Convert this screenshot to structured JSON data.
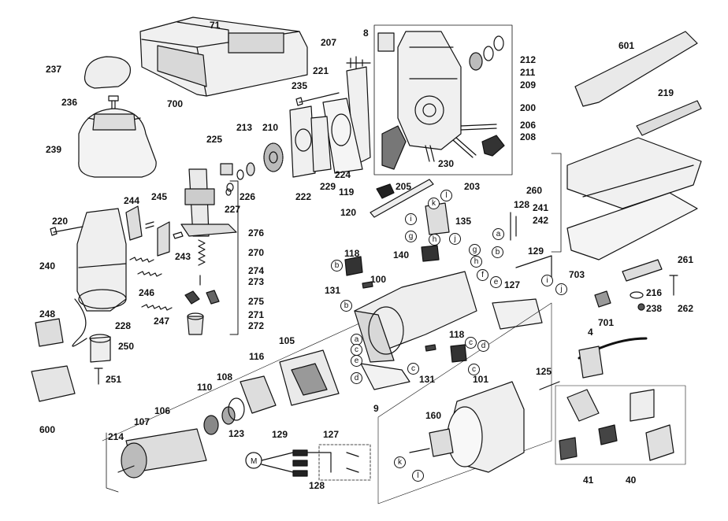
{
  "callouts": [
    "71",
    "237",
    "700",
    "236",
    "239",
    "207",
    "8",
    "221",
    "212",
    "211",
    "209",
    "235",
    "200",
    "213",
    "210",
    "225",
    "206",
    "208",
    "230",
    "203",
    "205",
    "224",
    "229",
    "222",
    "226",
    "227",
    "119",
    "120",
    "276",
    "270",
    "274",
    "273",
    "275",
    "271",
    "272",
    "244",
    "245",
    "220",
    "243",
    "240",
    "246",
    "247",
    "248",
    "228",
    "250",
    "251",
    "600",
    "105",
    "116",
    "108",
    "110",
    "106",
    "107",
    "214",
    "123",
    "129",
    "127",
    "128",
    "100",
    "118",
    "131",
    "135",
    "140",
    "9",
    "125",
    "101",
    "160",
    "4",
    "41",
    "40",
    "601",
    "219",
    "260",
    "241",
    "242",
    "703",
    "261",
    "216",
    "238",
    "262",
    "701"
  ],
  "letter_tags": [
    "a",
    "b",
    "c",
    "d",
    "e",
    "f",
    "g",
    "h",
    "i",
    "j",
    "k",
    "l"
  ],
  "colors": {
    "line": "#111111",
    "background": "#ffffff"
  }
}
